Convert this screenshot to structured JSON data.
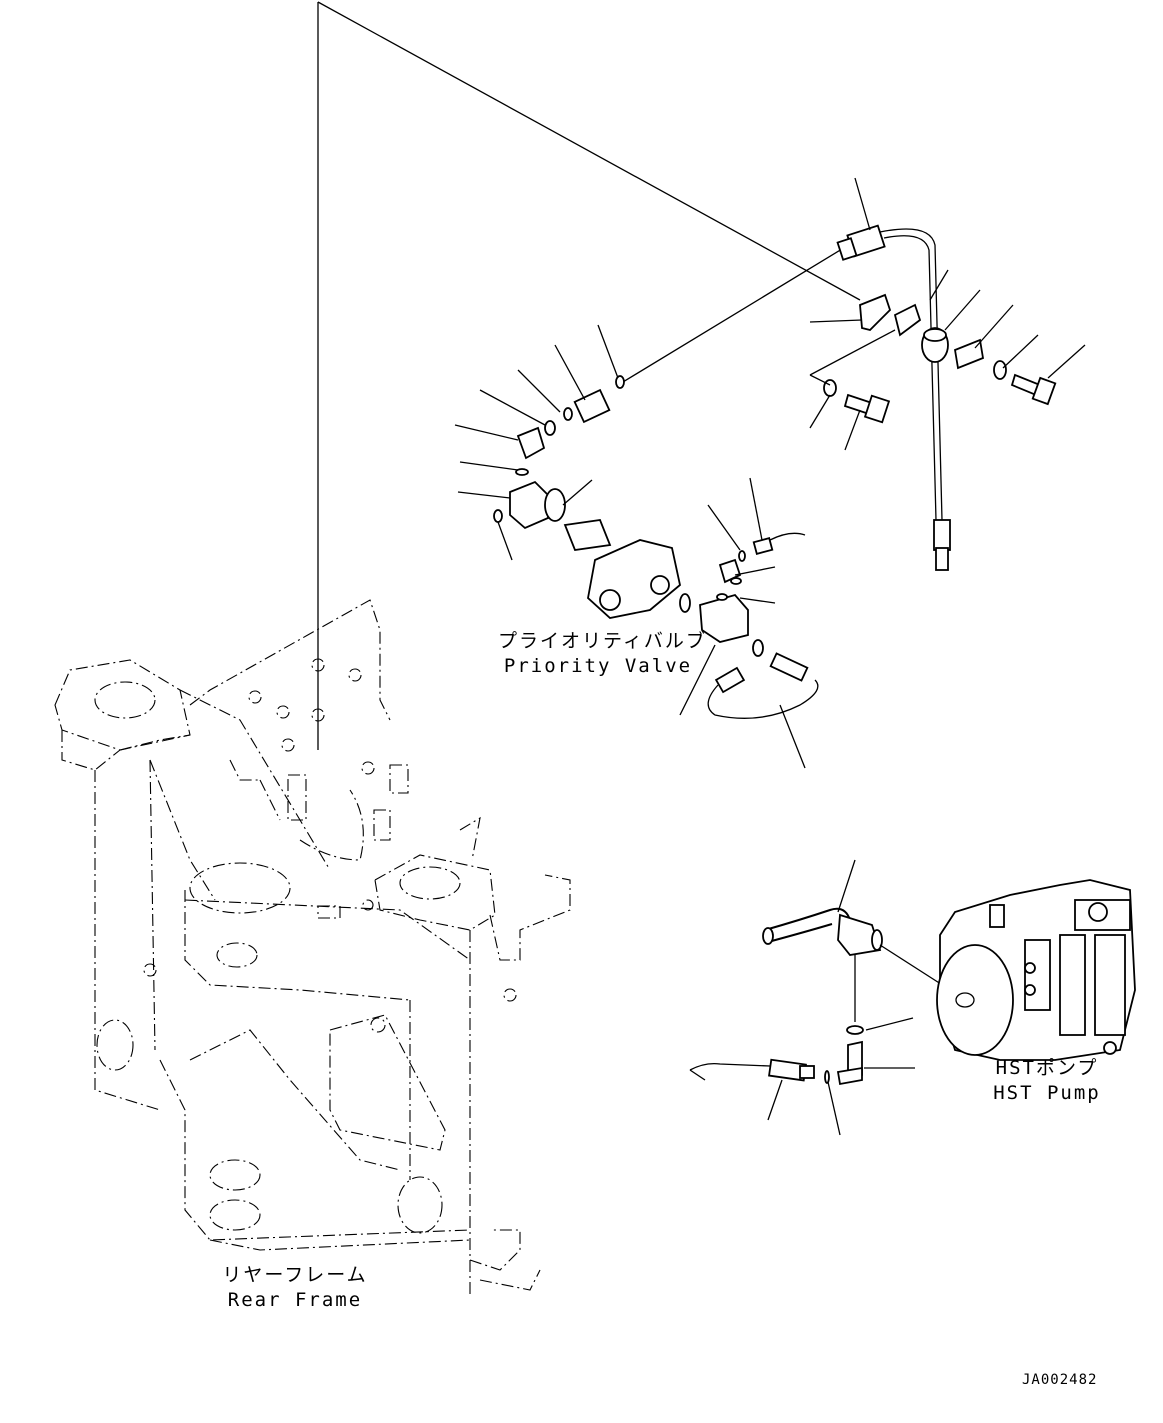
{
  "labels": {
    "priority_valve_jp": "プライオリティバルブ",
    "priority_valve_en": "Priority Valve",
    "hst_pump_jp": "HSTポンプ",
    "hst_pump_en": "HST Pump",
    "rear_frame_jp": "リヤーフレーム",
    "rear_frame_en": "Rear Frame"
  },
  "drawing_code": "JA002482",
  "colors": {
    "line": "#000000",
    "background": "#ffffff"
  }
}
